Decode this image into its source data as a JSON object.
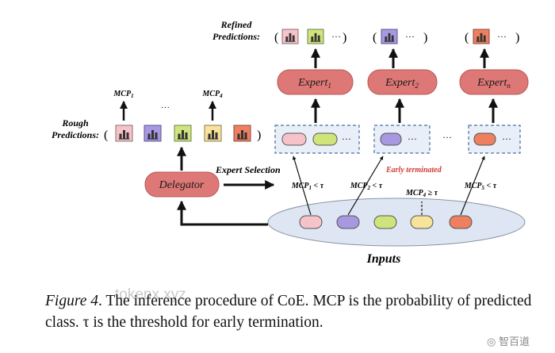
{
  "diagram": {
    "refined_predictions_label": [
      "Refined",
      "Predictions:"
    ],
    "rough_predictions_label": [
      "Rough",
      "Predictions:"
    ],
    "experts": [
      {
        "name": "Expert",
        "sub": "1"
      },
      {
        "name": "Expert",
        "sub": "2"
      },
      {
        "name": "Expert",
        "sub": "n"
      }
    ],
    "delegator_label": "Delegator",
    "expert_selection_label": "Expert Selection",
    "early_terminated_label": "Early terminated",
    "inputs_label": "Inputs",
    "ellipsis": "···",
    "mcp_top": [
      {
        "base": "MCP",
        "sub": "1"
      },
      {
        "base": "MCP",
        "sub": "4"
      }
    ],
    "mcp_conditions": [
      {
        "base": "MCP",
        "sub": "1",
        "op": " < τ"
      },
      {
        "base": "MCP",
        "sub": "2",
        "op": " < τ"
      },
      {
        "base": "MCP",
        "sub": "4",
        "op": " ≥ τ"
      },
      {
        "base": "MCP",
        "sub": "5",
        "op": " < τ"
      }
    ]
  },
  "caption": {
    "label": "Figure 4",
    "text": ". The inference procedure of CoE. MCP is the probability of predicted class. τ is the threshold for early termination."
  },
  "watermarks": {
    "left": "tokenx.xyz",
    "right": "◎ 智百道"
  },
  "colors": {
    "pink": "#f7c3cb",
    "purple": "#a898e2",
    "green": "#cfe57c",
    "yellow": "#f8e39b",
    "orange": "#ee7f60",
    "expert_fill": "#de7876",
    "ellipse_fill": "#dde6f2",
    "dashed_box_fill": "#e8eff8",
    "early_terminated": "#d13a34"
  }
}
